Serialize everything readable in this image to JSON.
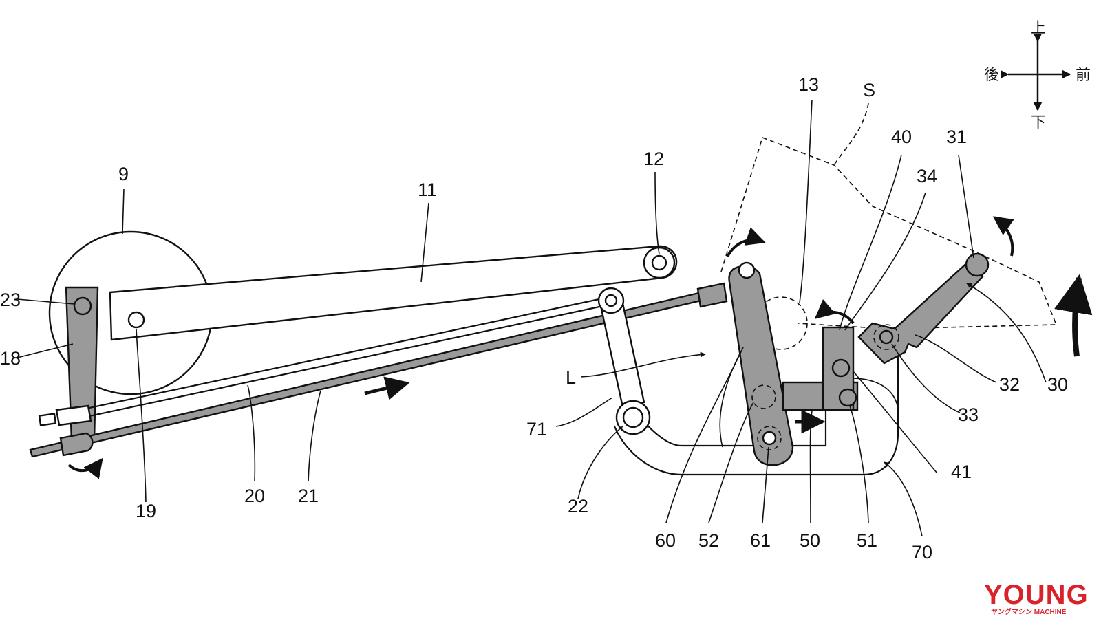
{
  "labels": {
    "l9": "9",
    "l11": "11",
    "l12": "12",
    "l13": "13",
    "lS": "S",
    "l40": "40",
    "l31": "31",
    "l34": "34",
    "l23": "23",
    "l18": "18",
    "l19": "19",
    "l20": "20",
    "l21": "21",
    "l22": "22",
    "l71": "71",
    "lL": "L",
    "l60": "60",
    "l52": "52",
    "l61": "61",
    "l50": "50",
    "l51": "51",
    "l70": "70",
    "l41": "41",
    "l33": "33",
    "l32": "32",
    "l30": "30"
  },
  "directions": {
    "up": "上",
    "down": "下",
    "back": "後",
    "front": "前"
  },
  "watermark": {
    "brand": "YOUNG",
    "sub": "ヤングマシン MACHINE"
  },
  "colors": {
    "part_fill": "#9a9a9a",
    "line": "#111111",
    "watermark": "#d8232a"
  }
}
